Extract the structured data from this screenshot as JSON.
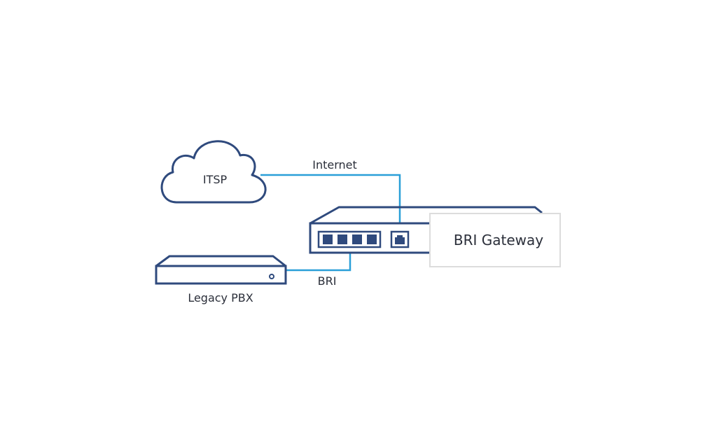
{
  "nodes": {
    "cloud": {
      "label": "ITSP"
    },
    "gateway": {
      "label": "BRI Gateway"
    },
    "pbx": {
      "label": "Legacy PBX"
    }
  },
  "links": {
    "internet": {
      "label": "Internet"
    },
    "bri": {
      "label": "BRI"
    }
  },
  "colors": {
    "device_outline": "#2f4a7d",
    "port_fill": "#2f4a7d",
    "link_line": "#2a9fd8",
    "label_box_border": "#dcdcdc",
    "text": "#2b2f3a"
  }
}
